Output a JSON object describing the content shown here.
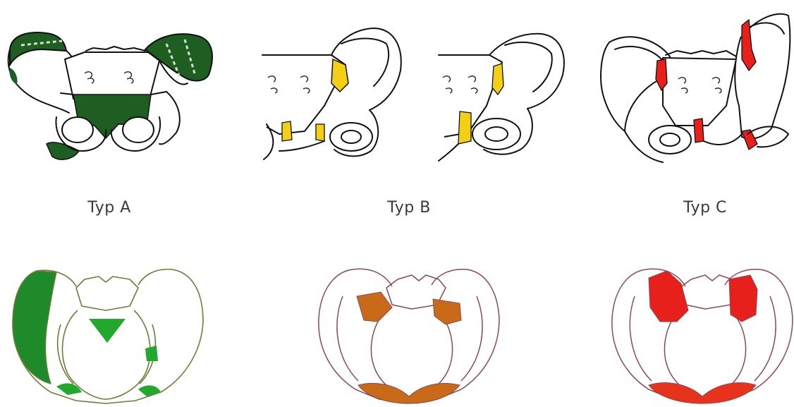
{
  "captions": [
    "Typ A",
    "Typ B",
    "Typ C"
  ],
  "colors": {
    "typA": "#1e5e22",
    "typA_light": "#3aa83a",
    "typB_top": "#f3cf16",
    "typB_bottom": "#c96a18",
    "typC_top": "#e8201c",
    "typC_bottom": "#e8331c",
    "outline": "#111111"
  }
}
